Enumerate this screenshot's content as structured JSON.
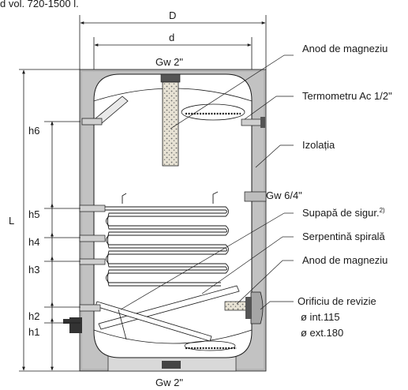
{
  "header": {
    "text": "d vol. 720-1500 l."
  },
  "dimensions": {
    "D": "D",
    "d": "d",
    "L": "L",
    "h6": "h6",
    "h5": "h5",
    "h4": "h4",
    "h3": "h3",
    "h2": "h2",
    "h1": "h1"
  },
  "connections": {
    "top": "Gw 2\"",
    "bottom": "Gw 2\"",
    "side": "Gw 6/4\""
  },
  "callouts": {
    "anode_top": "Anod de magneziu",
    "thermometer": "Termometru Ac 1/2\"",
    "insulation": "Izolația",
    "safety_valve": "Supapă de sigur.",
    "safety_valve_sup": "2)",
    "coil": "Serpentină spirală",
    "anode_lower": "Anod de magneziu",
    "inspection": "Orificiu de revizie",
    "inspection_int": "ø int.115",
    "inspection_ext": "ø ext.180"
  },
  "colors": {
    "insulation_gray": "#b5b5b5",
    "insulation_light": "#dcdcdc",
    "tank_inner": "#ffffff",
    "anode_fill": "#e7e2d4",
    "line": "#1a1a1a"
  }
}
